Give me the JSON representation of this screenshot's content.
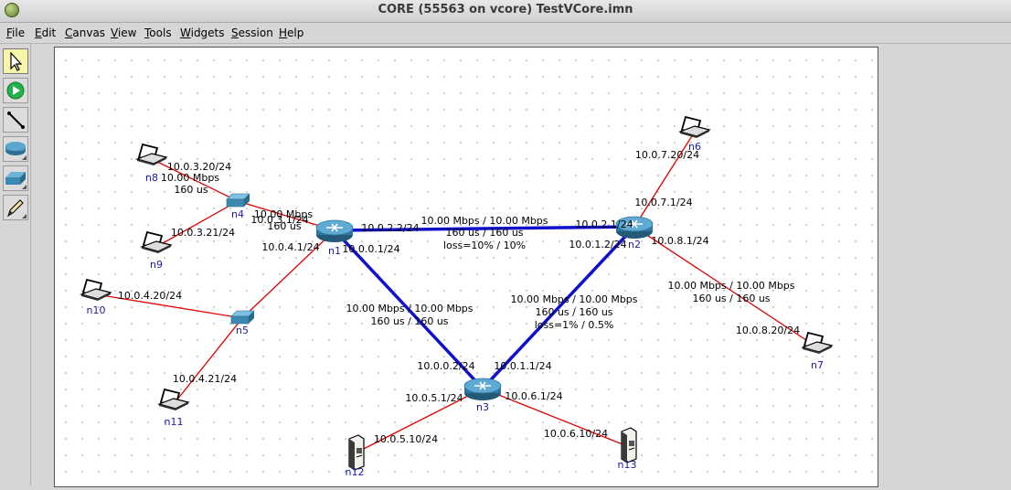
{
  "window": {
    "title": "CORE (55563 on vcore) TestVCore.imn"
  },
  "menu": [
    "File",
    "Edit",
    "Canvas",
    "View",
    "Tools",
    "Widgets",
    "Session",
    "Help"
  ],
  "toolbar": [
    {
      "name": "select-tool",
      "icon": "pointer-icon",
      "selected": true
    },
    {
      "name": "start-session-tool",
      "icon": "play-icon",
      "selected": false
    },
    {
      "name": "link-tool",
      "icon": "link-icon",
      "selected": false
    },
    {
      "name": "network-layer-tool",
      "icon": "router-icon",
      "selected": false
    },
    {
      "name": "link-layer-tool",
      "icon": "switch-icon",
      "selected": false
    },
    {
      "name": "annotation-tool",
      "icon": "pencil-icon",
      "selected": false
    }
  ],
  "colors": {
    "wireless": "#e00000",
    "wired": "#1010cc",
    "router": "#3b88b0",
    "switch": "#3b88b0",
    "node_label": "#1a1aa8"
  },
  "nodes": [
    {
      "id": "n1",
      "type": "router"
    },
    {
      "id": "n2",
      "type": "router"
    },
    {
      "id": "n3",
      "type": "router"
    },
    {
      "id": "n4",
      "type": "switch"
    },
    {
      "id": "n5",
      "type": "switch"
    },
    {
      "id": "n6",
      "type": "laptop"
    },
    {
      "id": "n7",
      "type": "laptop"
    },
    {
      "id": "n8",
      "type": "laptop"
    },
    {
      "id": "n9",
      "type": "laptop"
    },
    {
      "id": "n10",
      "type": "laptop"
    },
    {
      "id": "n11",
      "type": "laptop"
    },
    {
      "id": "n12",
      "type": "server"
    },
    {
      "id": "n13",
      "type": "server"
    }
  ],
  "links": [
    {
      "from": "n1",
      "to": "n2",
      "style": "wired"
    },
    {
      "from": "n1",
      "to": "n3",
      "style": "wired"
    },
    {
      "from": "n2",
      "to": "n3",
      "style": "wired"
    },
    {
      "from": "n1",
      "to": "n4",
      "style": "wireless"
    },
    {
      "from": "n1",
      "to": "n5",
      "style": "wireless"
    },
    {
      "from": "n4",
      "to": "n8",
      "style": "wireless"
    },
    {
      "from": "n4",
      "to": "n9",
      "style": "wireless"
    },
    {
      "from": "n5",
      "to": "n10",
      "style": "wireless"
    },
    {
      "from": "n5",
      "to": "n11",
      "style": "wireless"
    },
    {
      "from": "n2",
      "to": "n6",
      "style": "wireless"
    },
    {
      "from": "n2",
      "to": "n7",
      "style": "wireless"
    },
    {
      "from": "n3",
      "to": "n12",
      "style": "wireless"
    },
    {
      "from": "n3",
      "to": "n13",
      "style": "wireless"
    }
  ],
  "labels": [
    "10.0.3.20/24",
    "10.00 Mbps",
    "160 us",
    "10.00 Mbps",
    "10.0.3.1/24",
    "160 us",
    "10.0.3.21/24",
    "10.0.4.1/24",
    "10.0.4.20/24",
    "10.0.4.21/24",
    "10.0.2.2/24",
    "10.00 Mbps / 10.00 Mbps",
    "160 us / 160 us",
    "loss=10% / 10%",
    "10.0.2.1/24",
    "10.0.0.1/24",
    "10.0.1.2/24",
    "10.0.7.20/24",
    "10.0.7.1/24",
    "10.0.8.1/24",
    "10.00 Mbps / 10.00 Mbps",
    "160 us / 160 us",
    "10.0.8.20/24",
    "10.00 Mbps / 10.00 Mbps",
    "160 us / 160 us",
    "10.00 Mbps / 10.00 Mbps",
    "160 us / 160 us",
    "loss=1% / 0.5%",
    "10.0.0.2/24",
    "10.0.1.1/24",
    "10.0.5.1/24",
    "10.0.6.1/24",
    "10.0.5.10/24",
    "10.0.6.10/24"
  ]
}
